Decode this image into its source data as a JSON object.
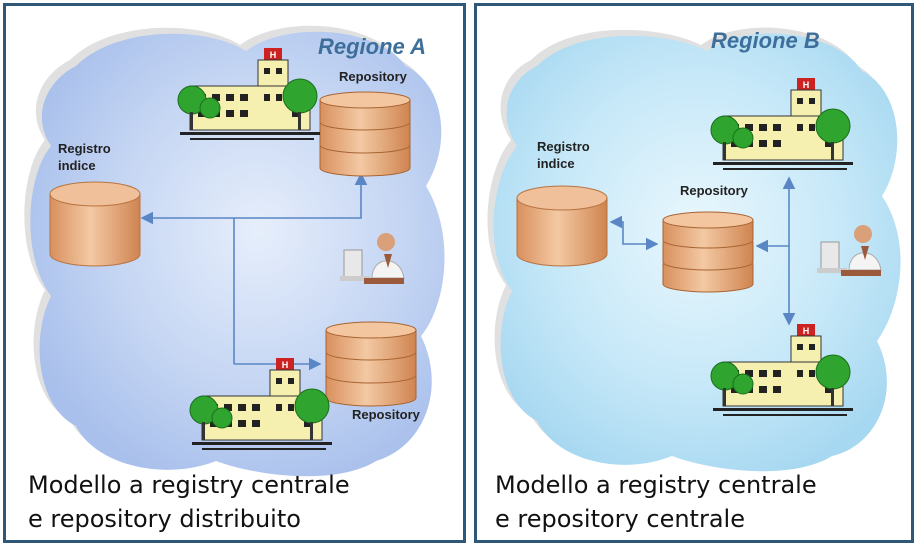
{
  "panels": [
    {
      "region": "Regione A",
      "registry_label": [
        "Registro",
        "indice"
      ],
      "repository_labels": [
        "Repository",
        "Repository"
      ],
      "caption": [
        "Modello a registry centrale",
        "e repository distribuito"
      ]
    },
    {
      "region": "Regione B",
      "registry_label": [
        "Registro",
        "indice"
      ],
      "repository_labels": [
        "Repository"
      ],
      "caption": [
        "Modello a registry centrale",
        "e repository centrale"
      ]
    }
  ],
  "colors": {
    "border": "#2f5878",
    "cloud_a": "#b9cdf0",
    "cloud_b": "#bfe6f7",
    "arrow": "#5a86c5",
    "db": "#e7a878",
    "title": "#3d6f9a"
  }
}
